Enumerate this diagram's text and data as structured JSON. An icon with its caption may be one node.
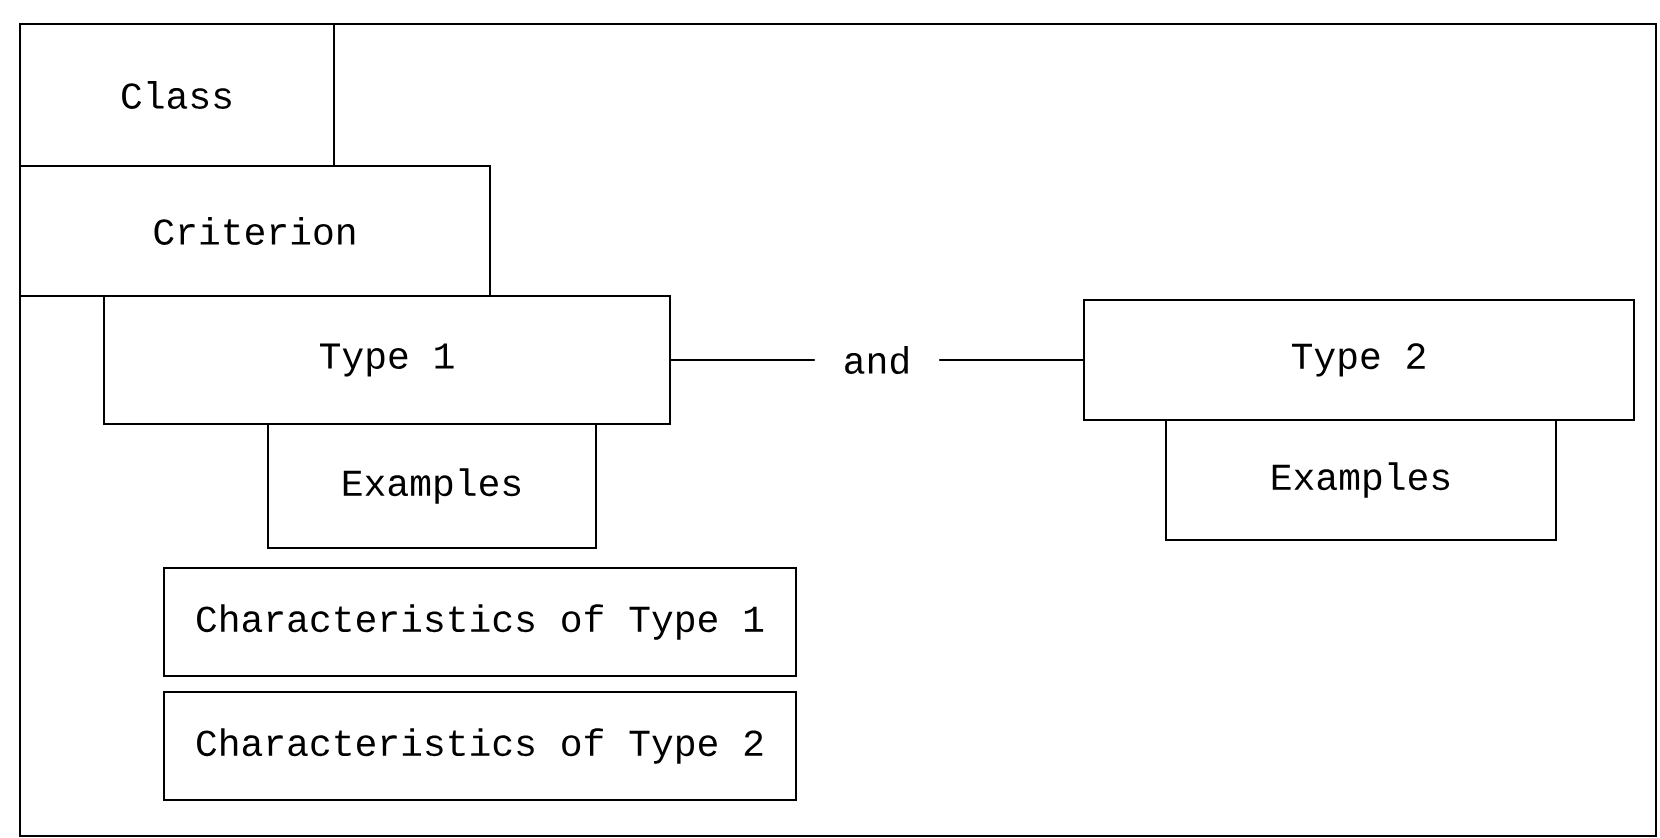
{
  "diagram": {
    "nodes": [
      {
        "text": [],
        "shape": "box"
      },
      {
        "text": [
          "Class"
        ],
        "in": 0
      },
      {
        "text": [
          "Criterion"
        ],
        "in": 0
      },
      {
        "text": [
          "Type 1"
        ],
        "in": 0
      },
      {
        "text": [
          "Examples"
        ],
        "in": 0
      },
      {
        "text": [
          "Type 2"
        ],
        "in": 0
      },
      {
        "text": [
          "Examples"
        ],
        "in": 0
      },
      {
        "text": [
          "Characteristics of Type 1"
        ],
        "in": 0
      },
      {
        "text": [
          "Characteristics of Type 2"
        ],
        "in": 0
      }
    ],
    "edges": [
      {
        "from": 3,
        "to": 5,
        "arrow": "none",
        "label": "and"
      }
    ]
  }
}
